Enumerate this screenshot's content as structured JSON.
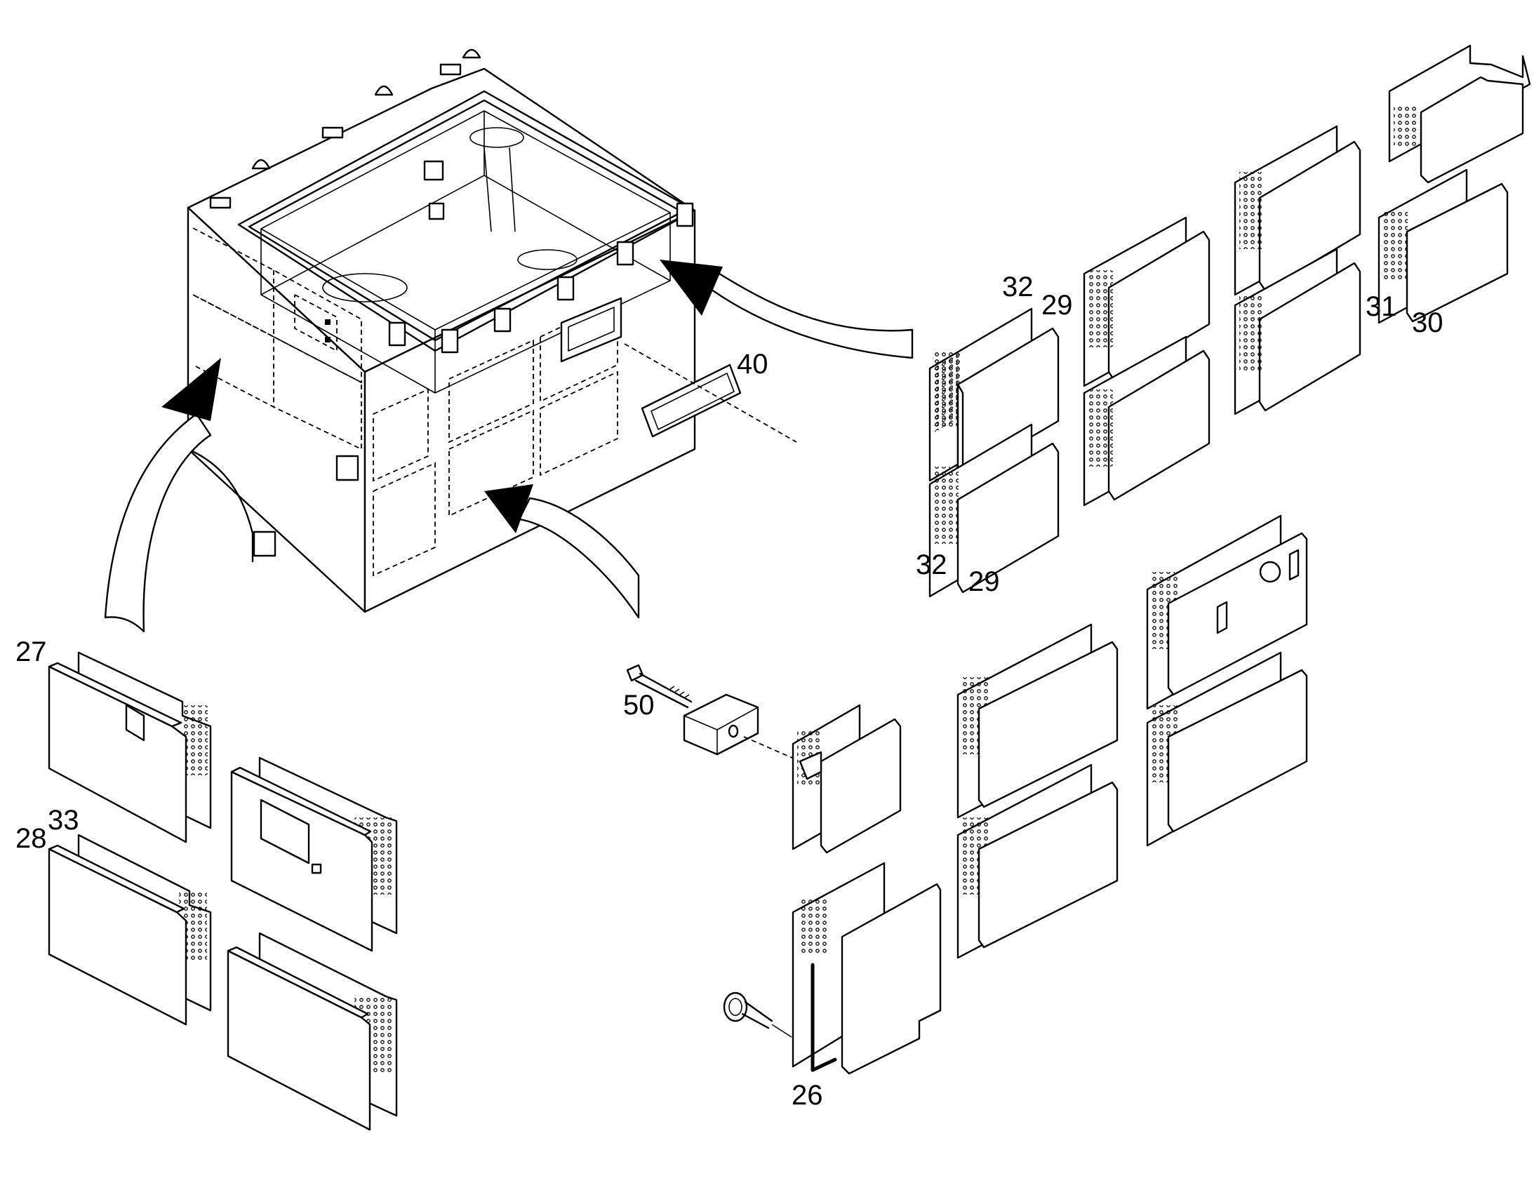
{
  "callouts": {
    "c26": "26",
    "c27": "27",
    "c28": "28",
    "c29a": "29",
    "c29b": "29",
    "c30": "30",
    "c31": "31",
    "c32a": "32",
    "c32b": "32",
    "c33": "33",
    "c40": "40",
    "c50": "50"
  }
}
